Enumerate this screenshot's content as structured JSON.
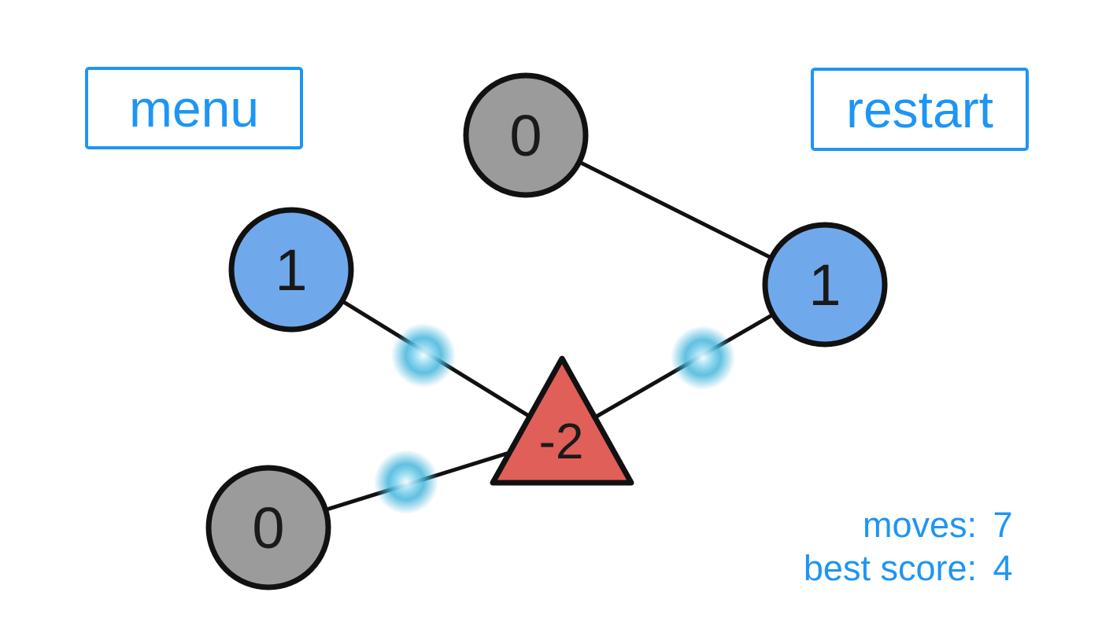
{
  "buttons": {
    "menu_label": "menu",
    "restart_label": "restart"
  },
  "hud": {
    "moves_label": "moves:",
    "moves_value": "7",
    "best_score_label": "best score:",
    "best_score_value": "4"
  },
  "colors": {
    "accent_blue": "#1E95F5",
    "node_blue": "#70A9EB",
    "node_gray": "#9B9B9B",
    "node_red": "#E05F58",
    "edge_color": "#111111",
    "glow_cyan": "#45B5DC",
    "node_text": "#1A1A1A",
    "bg": "#FFFFFF"
  },
  "graph": {
    "nodes": [
      {
        "id": "top",
        "shape": "circle",
        "color": "gray",
        "value": "0"
      },
      {
        "id": "left",
        "shape": "circle",
        "color": "blue",
        "value": "1"
      },
      {
        "id": "right",
        "shape": "circle",
        "color": "blue",
        "value": "1"
      },
      {
        "id": "center",
        "shape": "triangle",
        "color": "red",
        "value": "-2"
      },
      {
        "id": "bottom-left",
        "shape": "circle",
        "color": "gray",
        "value": "0"
      }
    ],
    "edges": [
      {
        "from": "top",
        "to": "right",
        "glow": false
      },
      {
        "from": "left",
        "to": "center",
        "glow": true
      },
      {
        "from": "center",
        "to": "right",
        "glow": true
      },
      {
        "from": "bottom-left",
        "to": "center",
        "glow": true
      }
    ]
  }
}
